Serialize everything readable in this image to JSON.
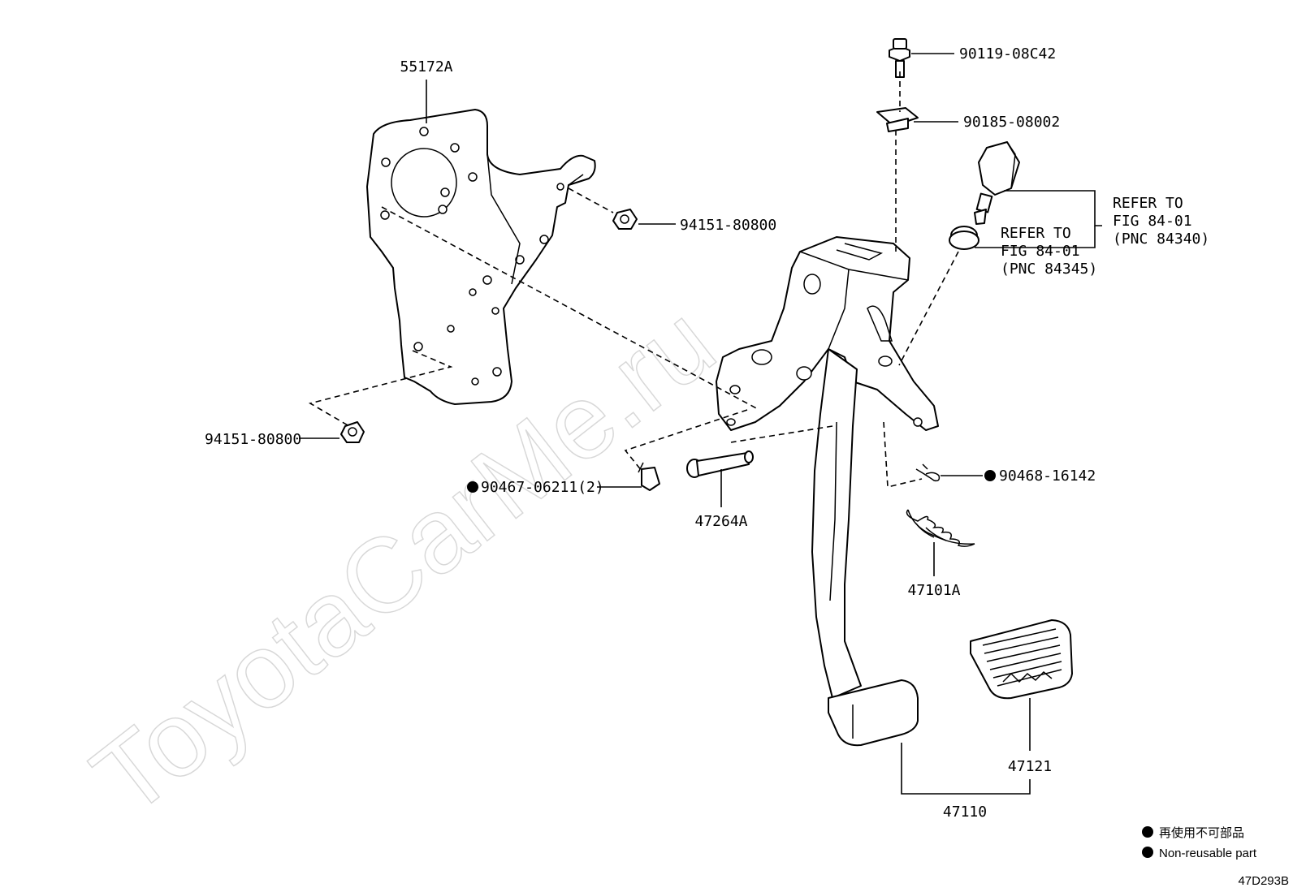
{
  "watermark": "ToyotaCarMe.ru",
  "figure_code": "47D293B",
  "callouts": {
    "bracket": "55172A",
    "bolt": "90119-08C42",
    "clip": "90185-08002",
    "nut_upper": "94151-80800",
    "nut_lower": "94151-80800",
    "bushing": "90467-06211(2)",
    "pin": "47264A",
    "cotter": "90468-16142",
    "spring": "47101A",
    "pad": "47121",
    "pedal": "47110"
  },
  "refer_switch": {
    "line1": "REFER TO",
    "line2": "FIG 84-01",
    "line3": "(PNC 84340)"
  },
  "refer_cushion": {
    "line1": "REFER TO",
    "line2": "FIG 84-01",
    "line3": "(PNC 84345)"
  },
  "legend": {
    "item_jp": "再使用不可部品",
    "item_en": "Non-reusable part"
  }
}
